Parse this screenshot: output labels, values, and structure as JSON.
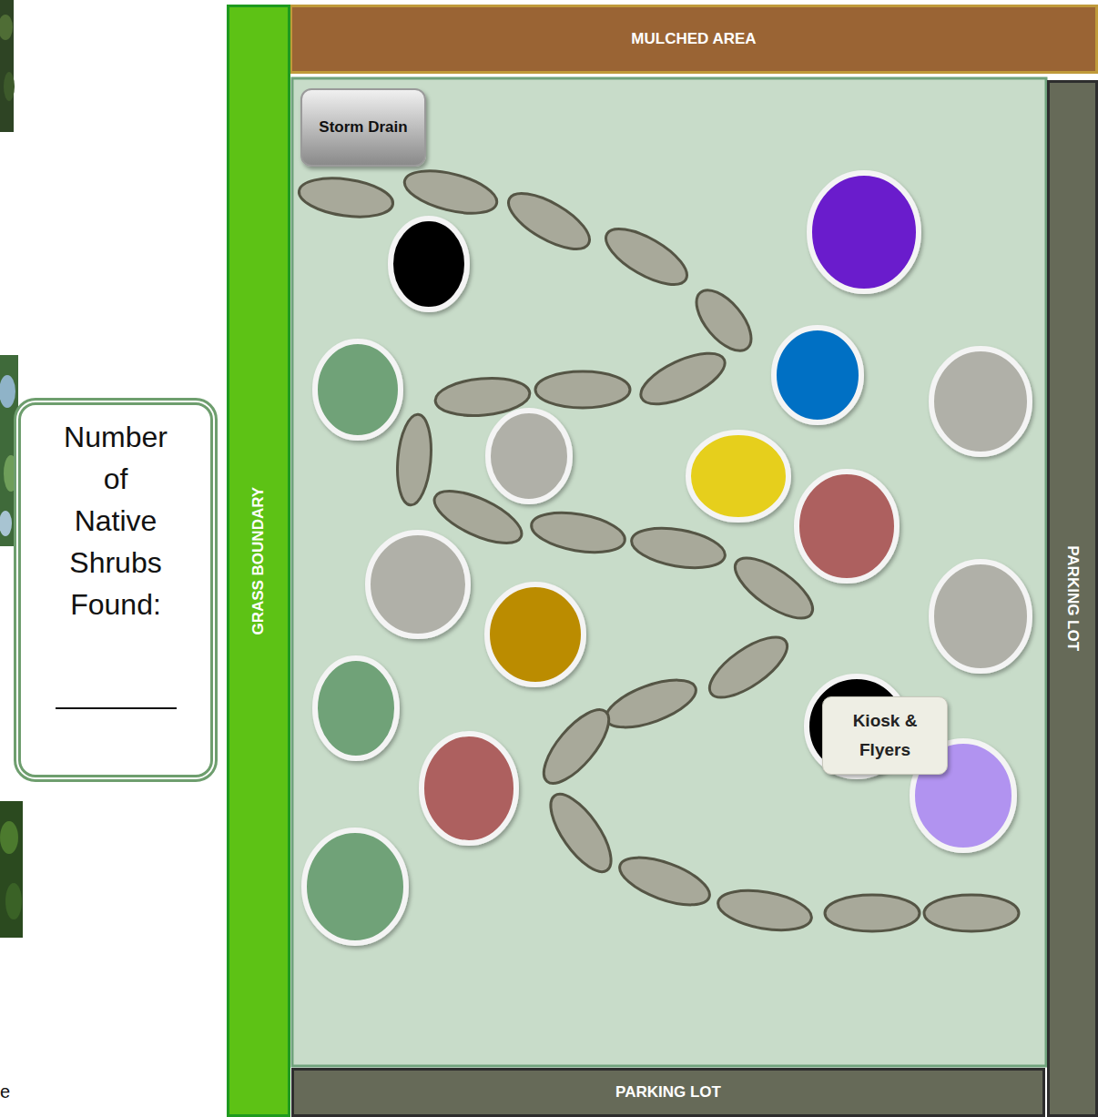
{
  "diagram": {
    "nodes": [
      {
        "text": [
          "MULCHED AREA"
        ]
      },
      {
        "text": [
          "Storm Drain"
        ]
      },
      {
        "text": [
          "GRASS BOUNDARY"
        ]
      },
      {
        "text": [
          "Number of Native Shrubs Found:"
        ]
      },
      {
        "text": [
          "PARKING LOT"
        ]
      },
      {
        "text": [
          "Kiosk & Flyers"
        ]
      },
      {
        "text": [
          "PARKING LOT"
        ]
      }
    ],
    "labels": [
      "e"
    ]
  }
}
